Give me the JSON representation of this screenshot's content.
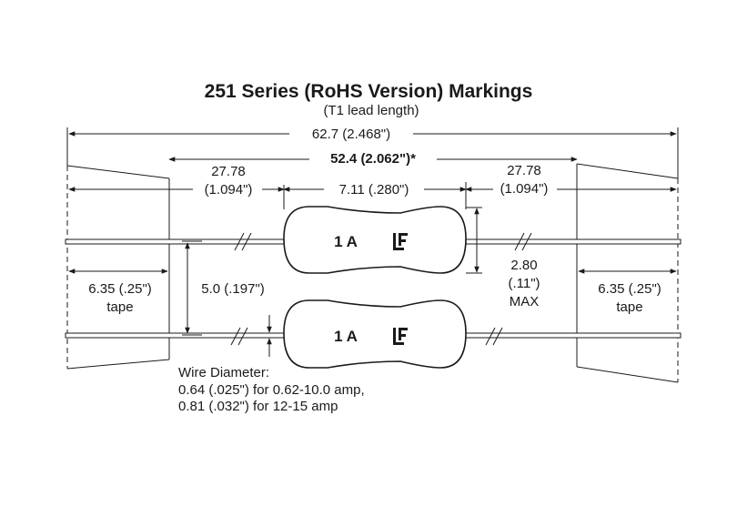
{
  "title": "251 Series (RoHS Version) Markings",
  "subtitle": "(T1 lead length)",
  "overall_length": "62.7 (2.468\")",
  "body_spacing": "52.4 (2.062\")*",
  "lead_left_line1": "27.78",
  "lead_left_line2": "(1.094\")",
  "body_length": "7.11 (.280\")",
  "lead_right_line1": "27.78",
  "lead_right_line2": "(1.094\")",
  "tape_left_line1": "6.35 (.25\")",
  "tape_left_line2": "tape",
  "pitch": "5.0 (.197\")",
  "diameter_line1": "2.80",
  "diameter_line2": "(.11\")",
  "diameter_line3": "MAX",
  "tape_right_line1": "6.35 (.25\")",
  "tape_right_line2": "tape",
  "fuse_marking": "1 A",
  "logo_mark": "LF",
  "wire_note": [
    "Wire Diameter:",
    "0.64 (.025\") for 0.62-10.0 amp,",
    "0.81 (.032\") for 12-15 amp"
  ]
}
